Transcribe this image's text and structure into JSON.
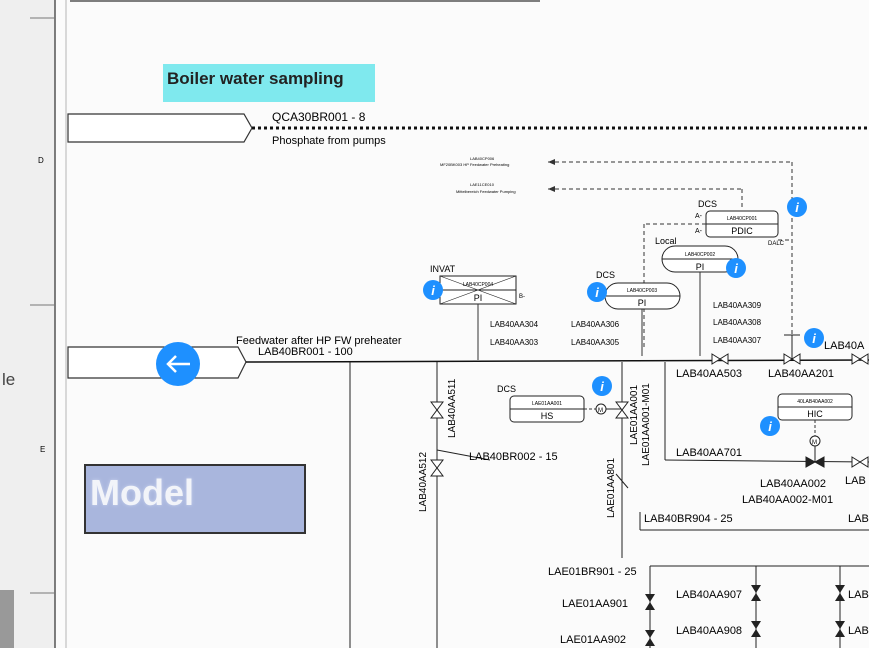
{
  "gutter": {
    "label": "le"
  },
  "grid": {
    "row_d": "D",
    "row_e": "E"
  },
  "title": "Boiler water sampling",
  "watermark": "Model",
  "phosphate": {
    "tag": "QCA30BR001 - 8",
    "desc": "Phosphate from pumps"
  },
  "feedwater": {
    "desc": "Feedwater after HP FW preheater",
    "tag": "LAB40BR001 - 100"
  },
  "refs": {
    "r1_tag": "LAB40CP006",
    "r1_desc": "MF20BK003 HP Feedwater Preheating",
    "r2_tag": "LAE11CE010",
    "r2_desc": "Mittelbereich Feedwater Pumping"
  },
  "instruments": {
    "pdic": {
      "sys": "DCS",
      "tag": "LAB40CP001",
      "func": "PDIC",
      "a1": "A-",
      "a2": "A-",
      "dalc": "DALC"
    },
    "pi_local": {
      "sys": "Local",
      "tag": "LAB40CP002",
      "func": "PI"
    },
    "pi_dcs": {
      "sys": "DCS",
      "tag": "LAB40CP003",
      "func": "PI"
    },
    "pi_invat": {
      "sys": "INVAT",
      "tag": "LAB40CP004",
      "func": "PI",
      "b": "B-"
    },
    "hs": {
      "sys": "DCS",
      "tag": "LAE01AA001",
      "func": "HS"
    },
    "hic": {
      "tag": "40LAB40AA002",
      "func": "HIC"
    }
  },
  "valves": {
    "v304": "LAB40AA304",
    "v303": "LAB40AA303",
    "v306": "LAB40AA306",
    "v305": "LAB40AA305",
    "v309": "LAB40AA309",
    "v308": "LAB40AA308",
    "v307": "LAB40AA307",
    "v503": "LAB40AA503",
    "v201": "LAB40AA201",
    "v_right_top": "LAB40A",
    "v511": "LAB40AA511",
    "v512": "LAB40AA512",
    "v701": "LAB40AA701",
    "v002": "LAB40AA002",
    "v002m": "LAB40AA002-M01",
    "v_right_mid": "LAB",
    "v_right_low": "LAB",
    "lae001": "LAE01AA001",
    "lae001m": "LAE01AA001-M01",
    "lae801": "LAE01AA801",
    "lae901": "LAE01AA901",
    "lae902": "LAE01AA902",
    "v907": "LAB40AA907",
    "v908": "LAB40AA908",
    "v_right_907": "LAB",
    "v_right_908": "LAB"
  },
  "lines": {
    "br002": "LAB40BR002 - 15",
    "br904": "LAB40BR904 - 25",
    "lae_br901": "LAE01BR901 - 25"
  },
  "colors": {
    "info": "#1e90ff",
    "title_bg": "#7fe9ee",
    "model_bg": "#a9b6dd"
  }
}
